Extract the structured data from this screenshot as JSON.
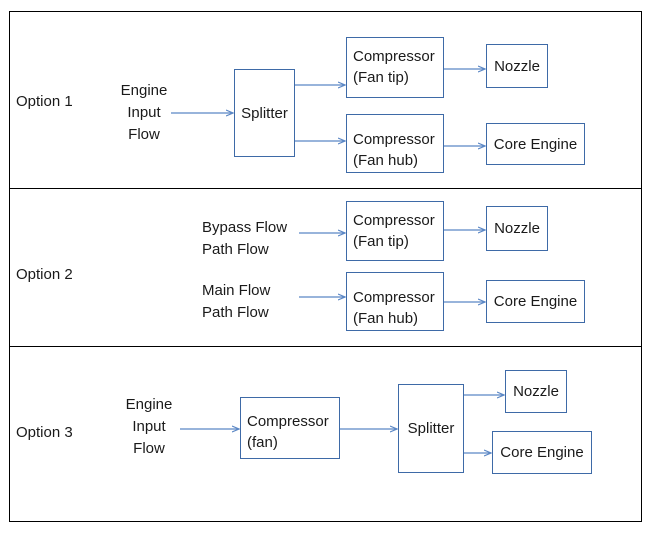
{
  "options": [
    {
      "label": "Option 1",
      "input_lines": [
        "Engine",
        "Input",
        "Flow"
      ],
      "splitter": "Splitter",
      "fan_tip": [
        "Compressor",
        "(Fan tip)"
      ],
      "fan_hub": [
        "Compressor",
        "(Fan hub)"
      ],
      "nozzle": "Nozzle",
      "core": "Core Engine"
    },
    {
      "label": "Option 2",
      "bypass_lines": [
        "Bypass Flow",
        "Path Flow"
      ],
      "main_lines": [
        "Main Flow",
        "Path Flow"
      ],
      "fan_tip": [
        "Compressor",
        "(Fan tip)"
      ],
      "fan_hub": [
        "Compressor",
        "(Fan hub)"
      ],
      "nozzle": "Nozzle",
      "core": "Core Engine"
    },
    {
      "label": "Option 3",
      "input_lines": [
        "Engine",
        "Input",
        "Flow"
      ],
      "compressor": [
        "Compressor",
        "(fan)"
      ],
      "splitter": "Splitter",
      "nozzle": "Nozzle",
      "core": "Core Engine"
    }
  ],
  "colors": {
    "box_border": "#3e6aa7",
    "arrow": "#5b87c5",
    "panel_border": "#000000"
  }
}
